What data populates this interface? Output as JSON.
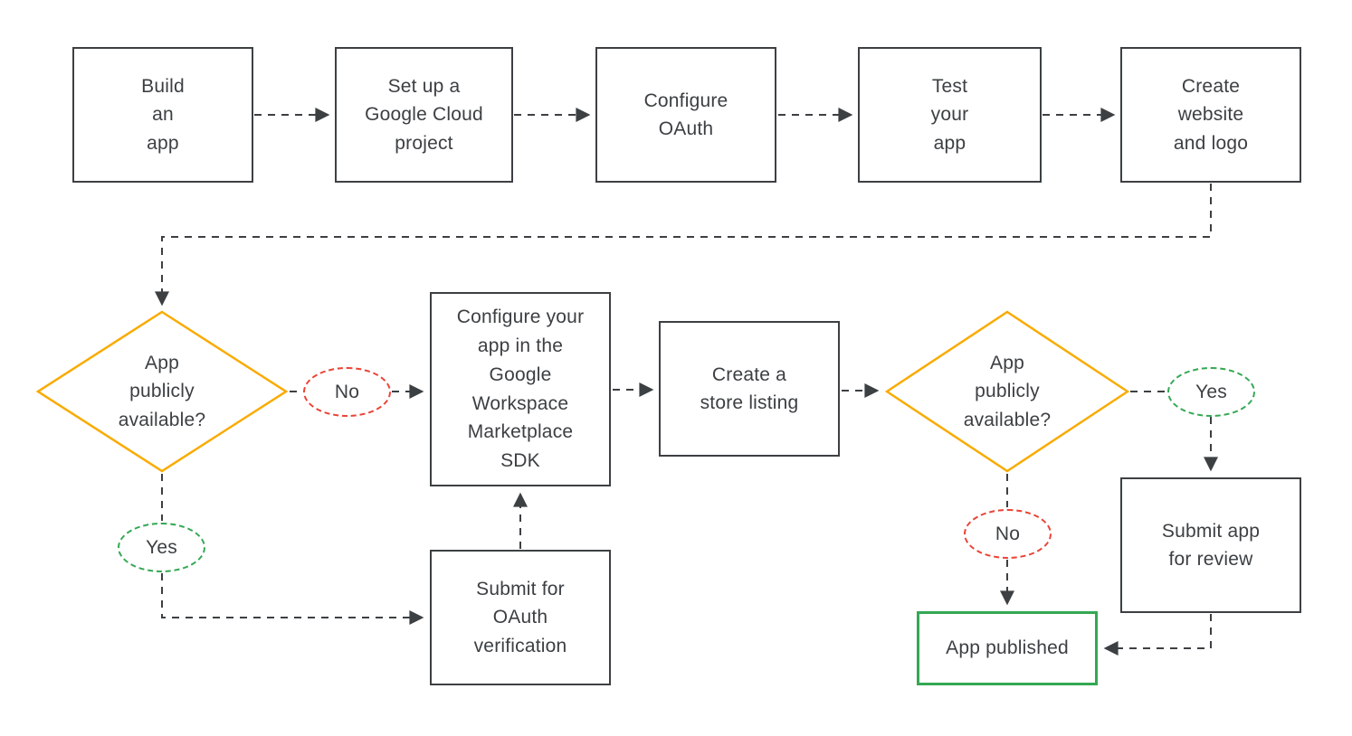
{
  "diagram": {
    "title": "Google Workspace Marketplace app publishing flowchart",
    "colors": {
      "line": "#3c4043",
      "decision": "#f9ab00",
      "no": "#ea4335",
      "yes": "#34a853",
      "published": "#34a853"
    },
    "nodes": {
      "build_app": {
        "label": "Build\nan\napp"
      },
      "setup_project": {
        "label": "Set up a\nGoogle Cloud\nproject"
      },
      "configure_oauth": {
        "label": "Configure\nOAuth"
      },
      "test_app": {
        "label": "Test\nyour\napp"
      },
      "create_website": {
        "label": "Create\nwebsite\nand logo"
      },
      "decision1": {
        "label": "App\npublicly\navailable?"
      },
      "no1": {
        "label": "No"
      },
      "yes1": {
        "label": "Yes"
      },
      "configure_sdk": {
        "label": "Configure your\napp in the\nGoogle\nWorkspace\nMarketplace\nSDK"
      },
      "submit_oauth": {
        "label": "Submit for\nOAuth\nverification"
      },
      "store_listing": {
        "label": "Create a\nstore listing"
      },
      "decision2": {
        "label": "App\npublicly\navailable?"
      },
      "yes2": {
        "label": "Yes"
      },
      "no2": {
        "label": "No"
      },
      "submit_review": {
        "label": "Submit app\nfor review"
      },
      "app_published": {
        "label": "App published"
      }
    }
  }
}
